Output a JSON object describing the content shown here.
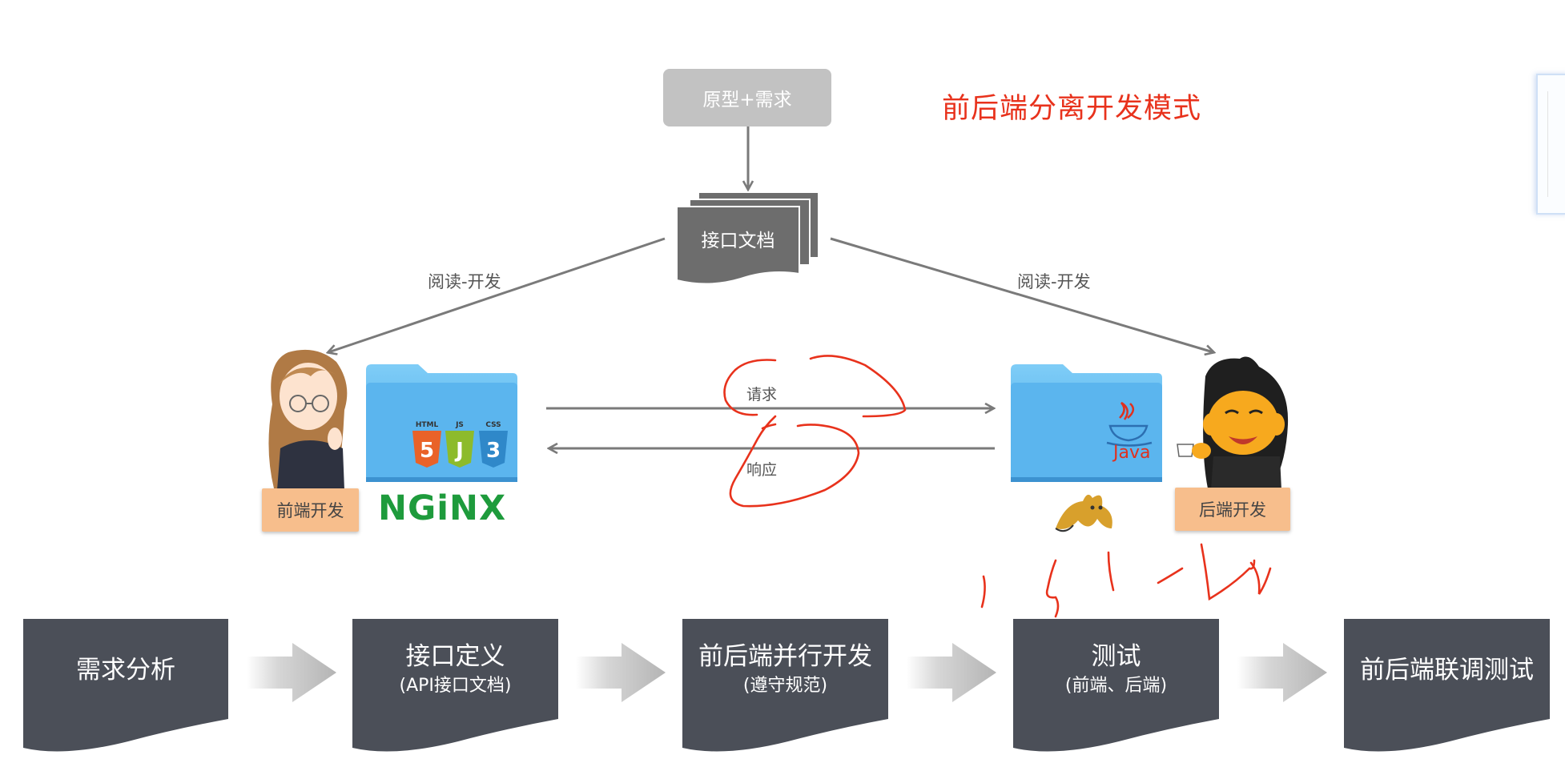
{
  "title": "前后端分离开发模式",
  "diagram": {
    "requirement_box": "原型+需求",
    "api_doc": "接口文档",
    "edge_left": "阅读-开发",
    "edge_right": "阅读-开发",
    "request_label": "请求",
    "response_label": "响应",
    "frontend_badge": "前端开发",
    "backend_badge": "后端开发",
    "nginx_logo": "NGiNX",
    "java_logo": "Java",
    "tech_labels": [
      "HTML",
      "JS",
      "CSS"
    ]
  },
  "process": {
    "steps": [
      {
        "main": "需求分析",
        "sub": ""
      },
      {
        "main": "接口定义",
        "sub": "(API接口文档)"
      },
      {
        "main": "前后端并行开发",
        "sub": "(遵守规范)"
      },
      {
        "main": "测试",
        "sub": "(前端、后端)"
      },
      {
        "main": "前后端联调测试",
        "sub": ""
      }
    ]
  },
  "colors": {
    "title": "#e8321c",
    "step_box": "#4b4f58",
    "doc_box": "#6d6d6d",
    "req_box": "#c2c2c2",
    "badge": "#f7be8c",
    "folder": "#5bb5ee",
    "arrow_gray": "#7a7a7a",
    "annotation": "#e8321c",
    "nginx": "#1e9b3c"
  }
}
